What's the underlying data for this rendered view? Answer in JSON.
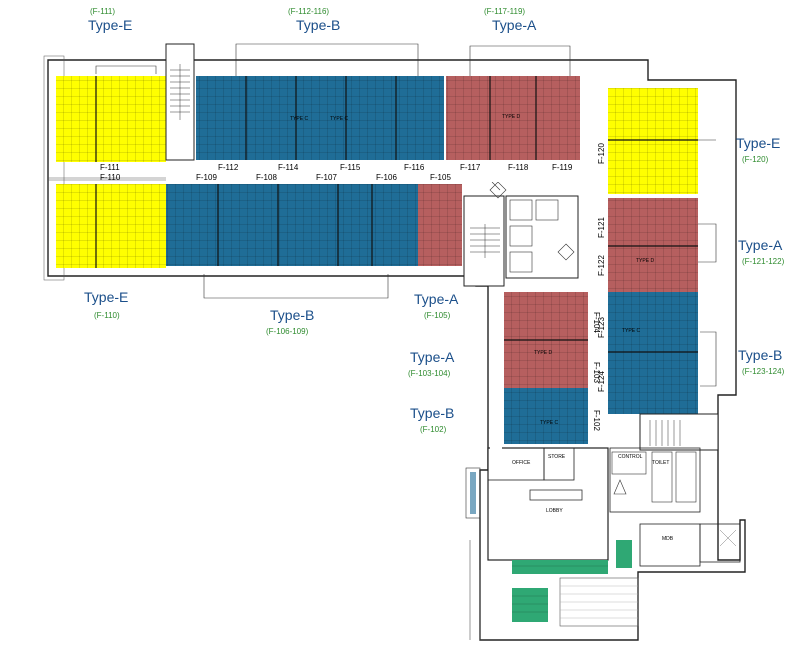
{
  "colors": {
    "type_e": "#ffff00",
    "type_b": "#1f6d97",
    "type_a": "#b65f5f",
    "label_blue": "#1b4f8a",
    "label_green": "#2e8b2e",
    "landscape": "#2fa874"
  },
  "callouts": {
    "type_e_f111": {
      "type": "Type-E",
      "units": "(F-111)"
    },
    "type_b_f112": {
      "type": "Type-B",
      "units": "(F-112-116)"
    },
    "type_a_f117": {
      "type": "Type-A",
      "units": "(F-117-119)"
    },
    "type_e_f120": {
      "type": "Type-E",
      "units": "(F-120)"
    },
    "type_a_f121": {
      "type": "Type-A",
      "units": "(F-121-122)"
    },
    "type_b_f123": {
      "type": "Type-B",
      "units": "(F-123-124)"
    },
    "type_e_f110": {
      "type": "Type-E",
      "units": "(F-110)"
    },
    "type_b_f106": {
      "type": "Type-B",
      "units": "(F-106-109)"
    },
    "type_a_f105": {
      "type": "Type-A",
      "units": "(F-105)"
    },
    "type_a_f103": {
      "type": "Type-A",
      "units": "(F-103-104)"
    },
    "type_b_f102": {
      "type": "Type-B",
      "units": "(F-102)"
    }
  },
  "unit_labels": {
    "f111": "F-111",
    "f110": "F-110",
    "f112": "F-112",
    "f114": "F-114",
    "f115": "F-115",
    "f116": "F-116",
    "f117": "F-117",
    "f118": "F-118",
    "f119": "F-119",
    "f109": "F-109",
    "f108": "F-108",
    "f107": "F-107",
    "f106": "F-106",
    "f105": "F-105",
    "f120": "F-120",
    "f121": "F-121",
    "f122": "F-122",
    "f123": "F-123",
    "f124": "F-124",
    "f104": "F-104",
    "f103": "F-103",
    "f102": "F-102"
  },
  "room_tags": {
    "type_c_1": "TYPE  C",
    "type_c_2": "TYPE  C",
    "type_d_1": "TYPE  D",
    "type_d_2": "TYPE  D",
    "type_d_3": "TYPE  D",
    "type_c_3": "TYPE  C",
    "type_c_4": "TYPE  C"
  },
  "facility_labels": {
    "office": "OFFICE",
    "lobby": "LOBBY",
    "control": "CONTROL",
    "toilet": "TOILET",
    "store": "STORE",
    "mdb": "MDB"
  }
}
